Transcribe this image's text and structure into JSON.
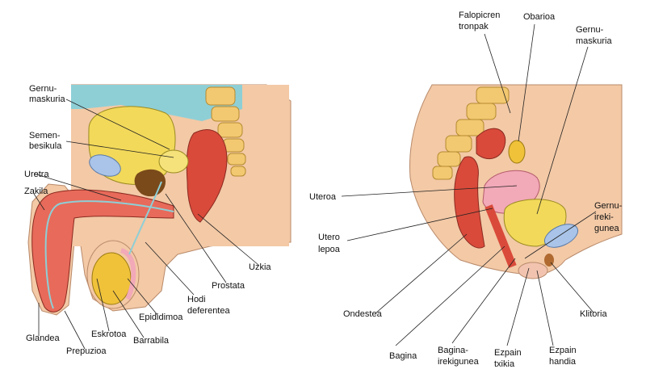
{
  "male": {
    "labels": {
      "gernumaskuria_1": "Gernu-",
      "gernumaskuria_2": "maskuria",
      "semenbesikula_1": "Semen-",
      "semenbesikula_2": "besikula",
      "uretra": "Uretra",
      "zakila": "Zakila",
      "uzkia": "Uzkia",
      "prostata": "Prostata",
      "hodi_1": "Hodi",
      "hodi_2": "deferentea",
      "epididimoa": "Epididimoa",
      "eskrotoa": "Eskrotoa",
      "barrabila": "Barrabila",
      "glandea": "Glandea",
      "prepuzioa": "Prepuzioa"
    }
  },
  "female": {
    "labels": {
      "falopio_1": "Falopicren",
      "falopio_2": "tronpak",
      "obarioa": "Obarioa",
      "gernumaskuria_1": "Gernu-",
      "gernumaskuria_2": "maskuria",
      "uteroa": "Uteroa",
      "utero_lepoa_1": "Utero",
      "utero_lepoa_2": "lepoa",
      "gernu_irekigunea_1": "Gernu-",
      "gernu_irekigunea_2": "ireki-",
      "gernu_irekigunea_3": "gunea",
      "ondestea": "Ondestea",
      "klitoria": "Klitoria",
      "bagina": "Bagina",
      "bagina_irekigunea_1": "Bagina-",
      "bagina_irekigunea_2": "irekigunea",
      "ezpain_txikia_1": "Ezpain",
      "ezpain_txikia_2": "txikia",
      "ezpain_handia_1": "Ezpain",
      "ezpain_handia_2": "handia"
    }
  },
  "colors": {
    "skin": "#f3c9a6",
    "bladder": "#f2d95a",
    "spine": "#f2c870",
    "muscle": "#d94a3a",
    "fluid": "#8ecfd6",
    "testis": "#f0c23a",
    "rose": "#f2a9b8",
    "blue_gland": "#a9c4e8"
  }
}
